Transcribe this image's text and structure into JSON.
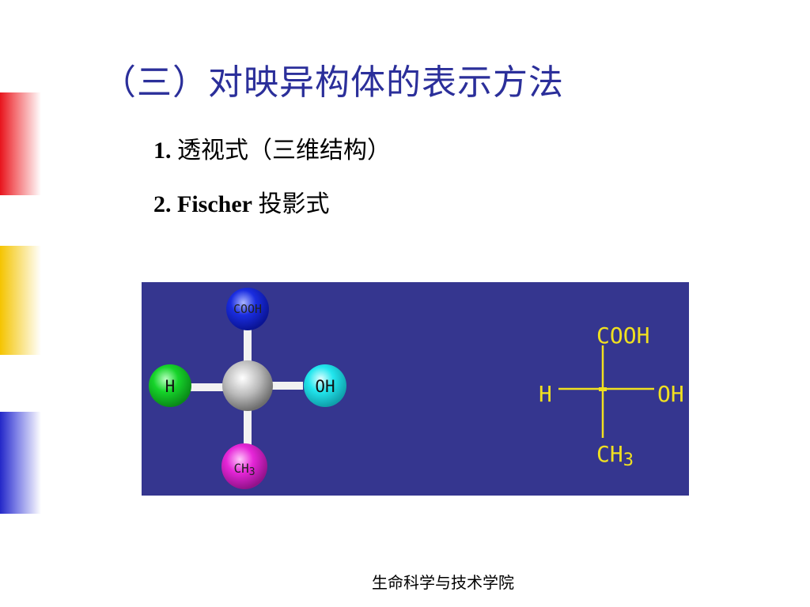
{
  "title": "（三）对映异构体的表示方法",
  "items": [
    {
      "number": "1.",
      "text": "透视式（三维结构）"
    },
    {
      "number": "2.",
      "text_en": "Fischer",
      "text_cn": "投影式"
    }
  ],
  "model": {
    "top": "COOH",
    "left": "H",
    "right": "OH",
    "bottom_main": "CH",
    "bottom_sub": "3"
  },
  "fischer": {
    "top": "COOH",
    "left": "H",
    "right": "OH",
    "bottom_main": "CH",
    "bottom_sub": "3"
  },
  "footer": "生命科学与技术学院",
  "colors": {
    "title": "#2b2f9a",
    "panel": "#35368f",
    "fischer": "#f0e020",
    "ball_top": "#1a2de0",
    "ball_left": "#16d42a",
    "ball_right": "#22e6ee",
    "ball_bottom": "#e626d8"
  }
}
